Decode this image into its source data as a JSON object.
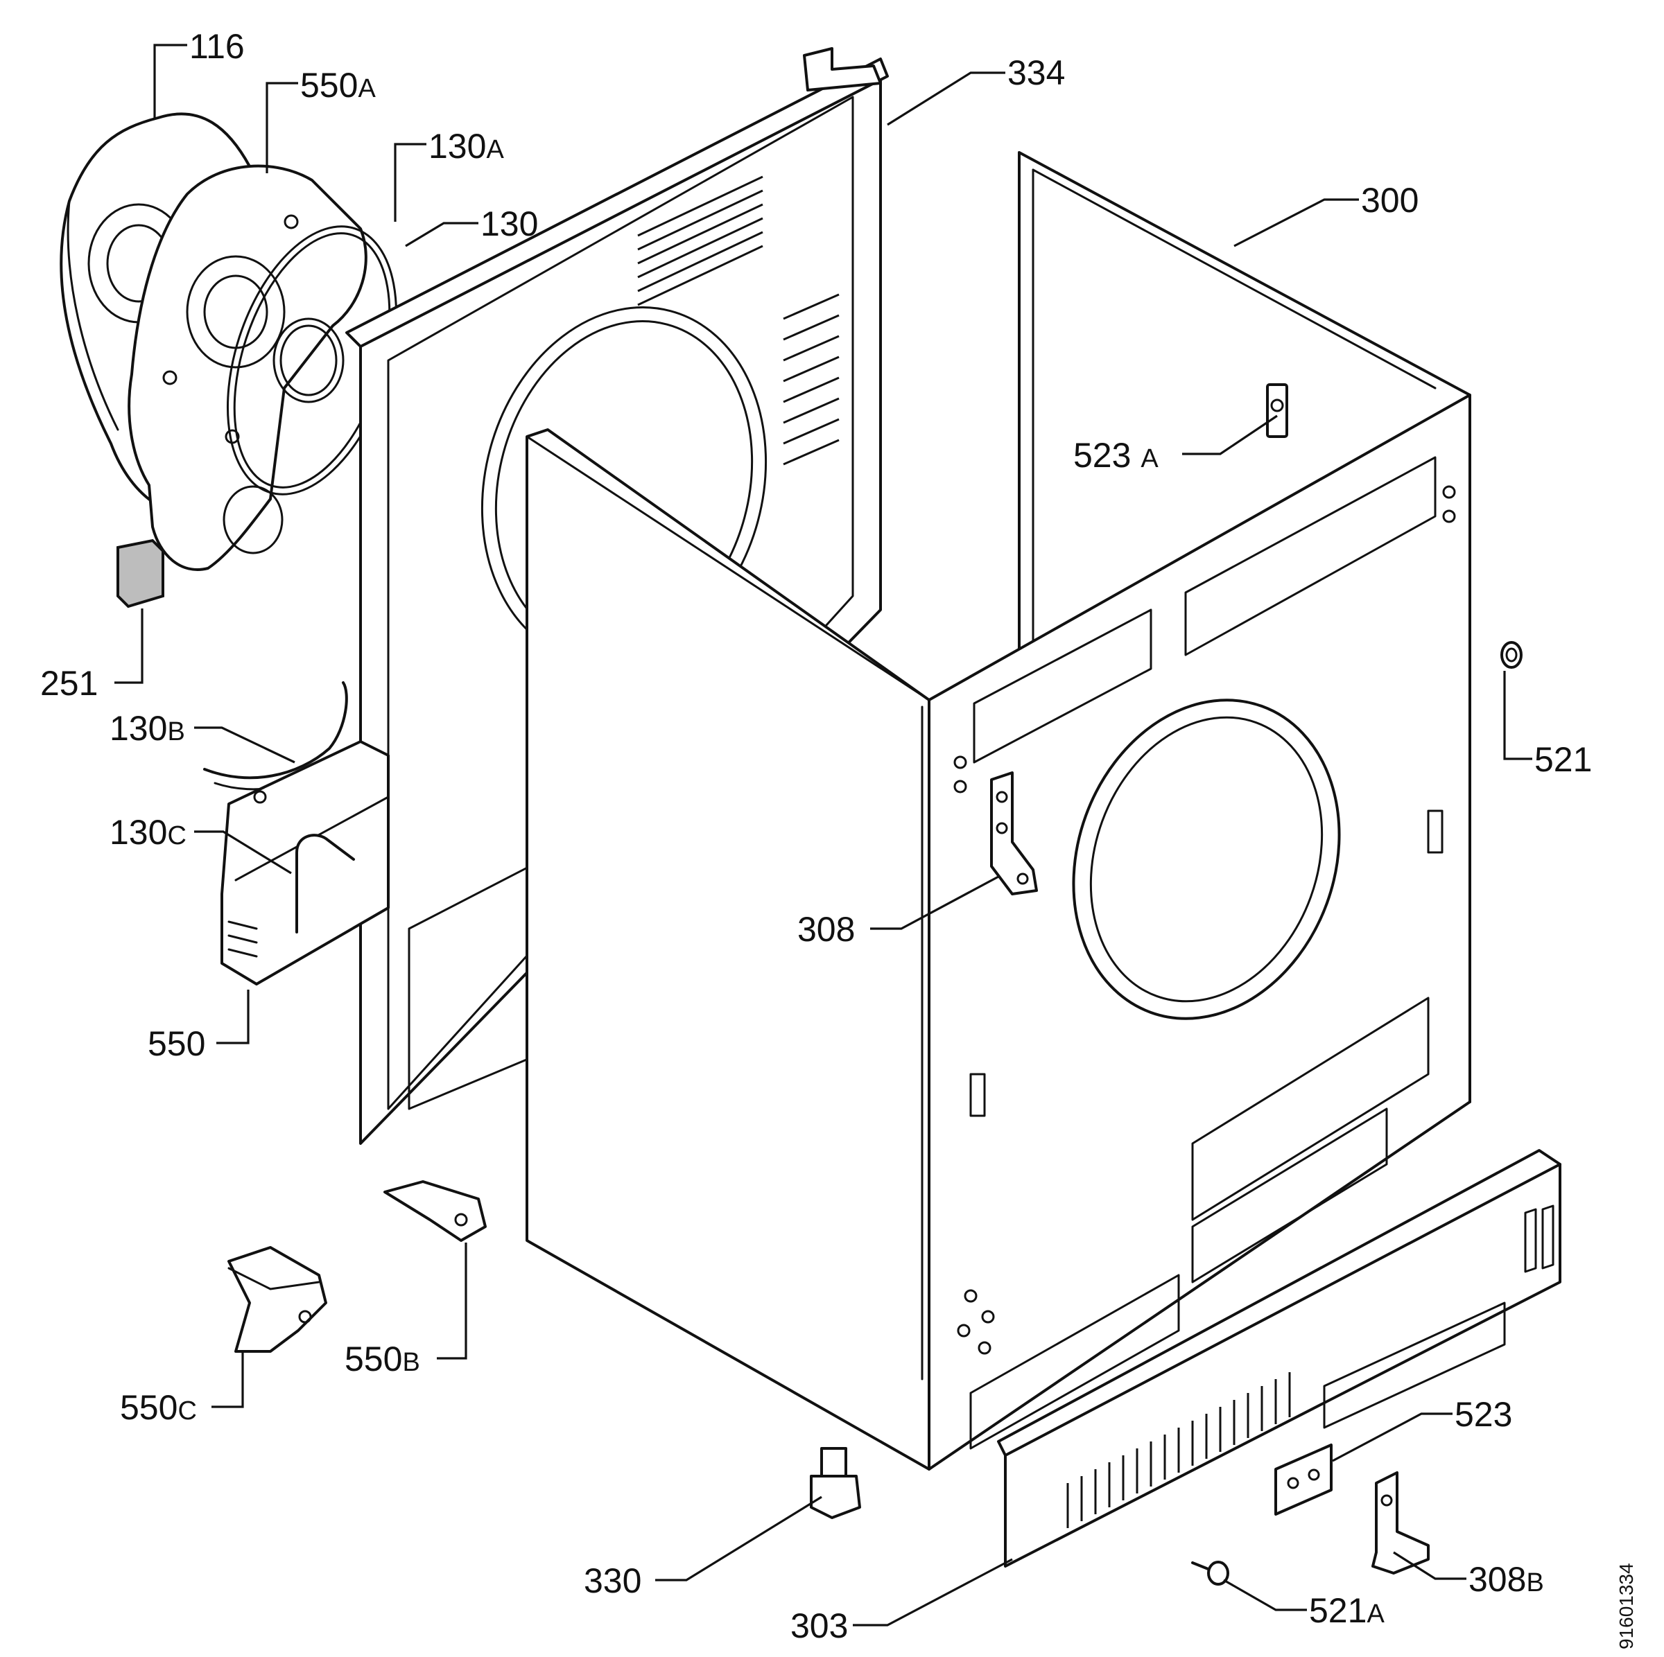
{
  "callouts": {
    "c116": {
      "num": "116",
      "suffix": ""
    },
    "c550a": {
      "num": "550",
      "suffix": "A"
    },
    "c130a": {
      "num": "130",
      "suffix": "A"
    },
    "c130": {
      "num": "130",
      "suffix": ""
    },
    "c334": {
      "num": "334",
      "suffix": ""
    },
    "c300": {
      "num": "300",
      "suffix": ""
    },
    "c523a": {
      "num": "523 ",
      "suffix": "A"
    },
    "c251": {
      "num": "251",
      "suffix": ""
    },
    "c130b": {
      "num": "130",
      "suffix": "B"
    },
    "c130c": {
      "num": "130",
      "suffix": "C"
    },
    "c521": {
      "num": "521",
      "suffix": ""
    },
    "c308": {
      "num": "308",
      "suffix": ""
    },
    "c550": {
      "num": "550",
      "suffix": ""
    },
    "c550b": {
      "num": "550",
      "suffix": "B"
    },
    "c550c": {
      "num": "550",
      "suffix": "C"
    },
    "c523": {
      "num": "523",
      "suffix": ""
    },
    "c330": {
      "num": "330",
      "suffix": ""
    },
    "c308b": {
      "num": "308",
      "suffix": "B"
    },
    "c303": {
      "num": "303",
      "suffix": ""
    },
    "c521a": {
      "num": "521",
      "suffix": "A"
    }
  },
  "document_id": "91601334"
}
